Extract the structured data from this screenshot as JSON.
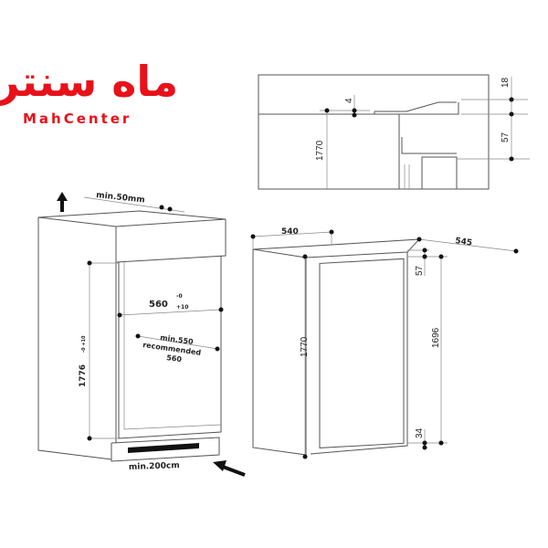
{
  "logo": {
    "arabic": "ماه سنتر",
    "latin": "MahCenter",
    "color": "#e8111a"
  },
  "detail_view": {
    "height_label": "1770",
    "gap_label": "4",
    "top_label": "18",
    "offset_label": "57"
  },
  "cabinet": {
    "ventilation_top": "min.50mm",
    "width_label": "560",
    "width_tolerance_upper": "-0",
    "width_tolerance_lower": "+10",
    "depth_min": "min.550",
    "depth_recommended_label": "recommended",
    "depth_recommended_value": "560",
    "height_label": "1776",
    "height_tolerance": "-0 +10",
    "ventilation_bottom": "min.200cm"
  },
  "appliance": {
    "width": "540",
    "depth": "545",
    "height": "1770",
    "door_height": "1696",
    "top_offset": "57",
    "bottom_offset": "34"
  }
}
